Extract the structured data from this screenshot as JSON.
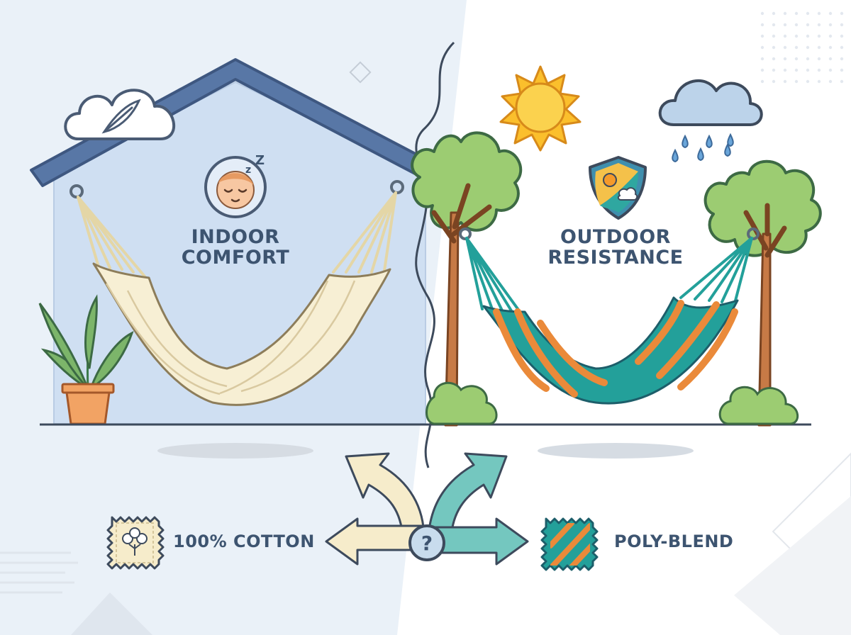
{
  "indoor": {
    "title_line1": "INDOOR",
    "title_line2": "COMFORT",
    "material": "100% COTTON"
  },
  "outdoor": {
    "title_line1": "OUTDOOR",
    "title_line2": "RESISTANCE",
    "material": "POLY-BLEND"
  },
  "center": {
    "symbol": "?"
  },
  "icons": {
    "indoor": [
      "cloud-icon",
      "feather-icon",
      "house-icon",
      "sleeping-face-icon",
      "potted-plant-icon",
      "cotton-hammock-icon",
      "cotton-swatch-icon"
    ],
    "outdoor": [
      "sun-icon",
      "rain-cloud-icon",
      "weather-shield-icon",
      "tree-icon",
      "striped-hammock-icon",
      "poly-swatch-icon"
    ],
    "center": [
      "indoor-arrow-icon",
      "outdoor-arrow-icon",
      "question-icon"
    ]
  },
  "colors": {
    "text": "#3d5470",
    "house_fill": "#cfdff2",
    "roof": "#5877a6",
    "cotton": "#f7efd4",
    "cotton_arrow": "#f6eccb",
    "poly_teal": "#23a09a",
    "poly_orange": "#ea8a3a",
    "outdoor_arrow": "#74c7bf",
    "sun": "#fbc93a",
    "foliage": "#9ccc72",
    "trunk": "#c77a46"
  }
}
